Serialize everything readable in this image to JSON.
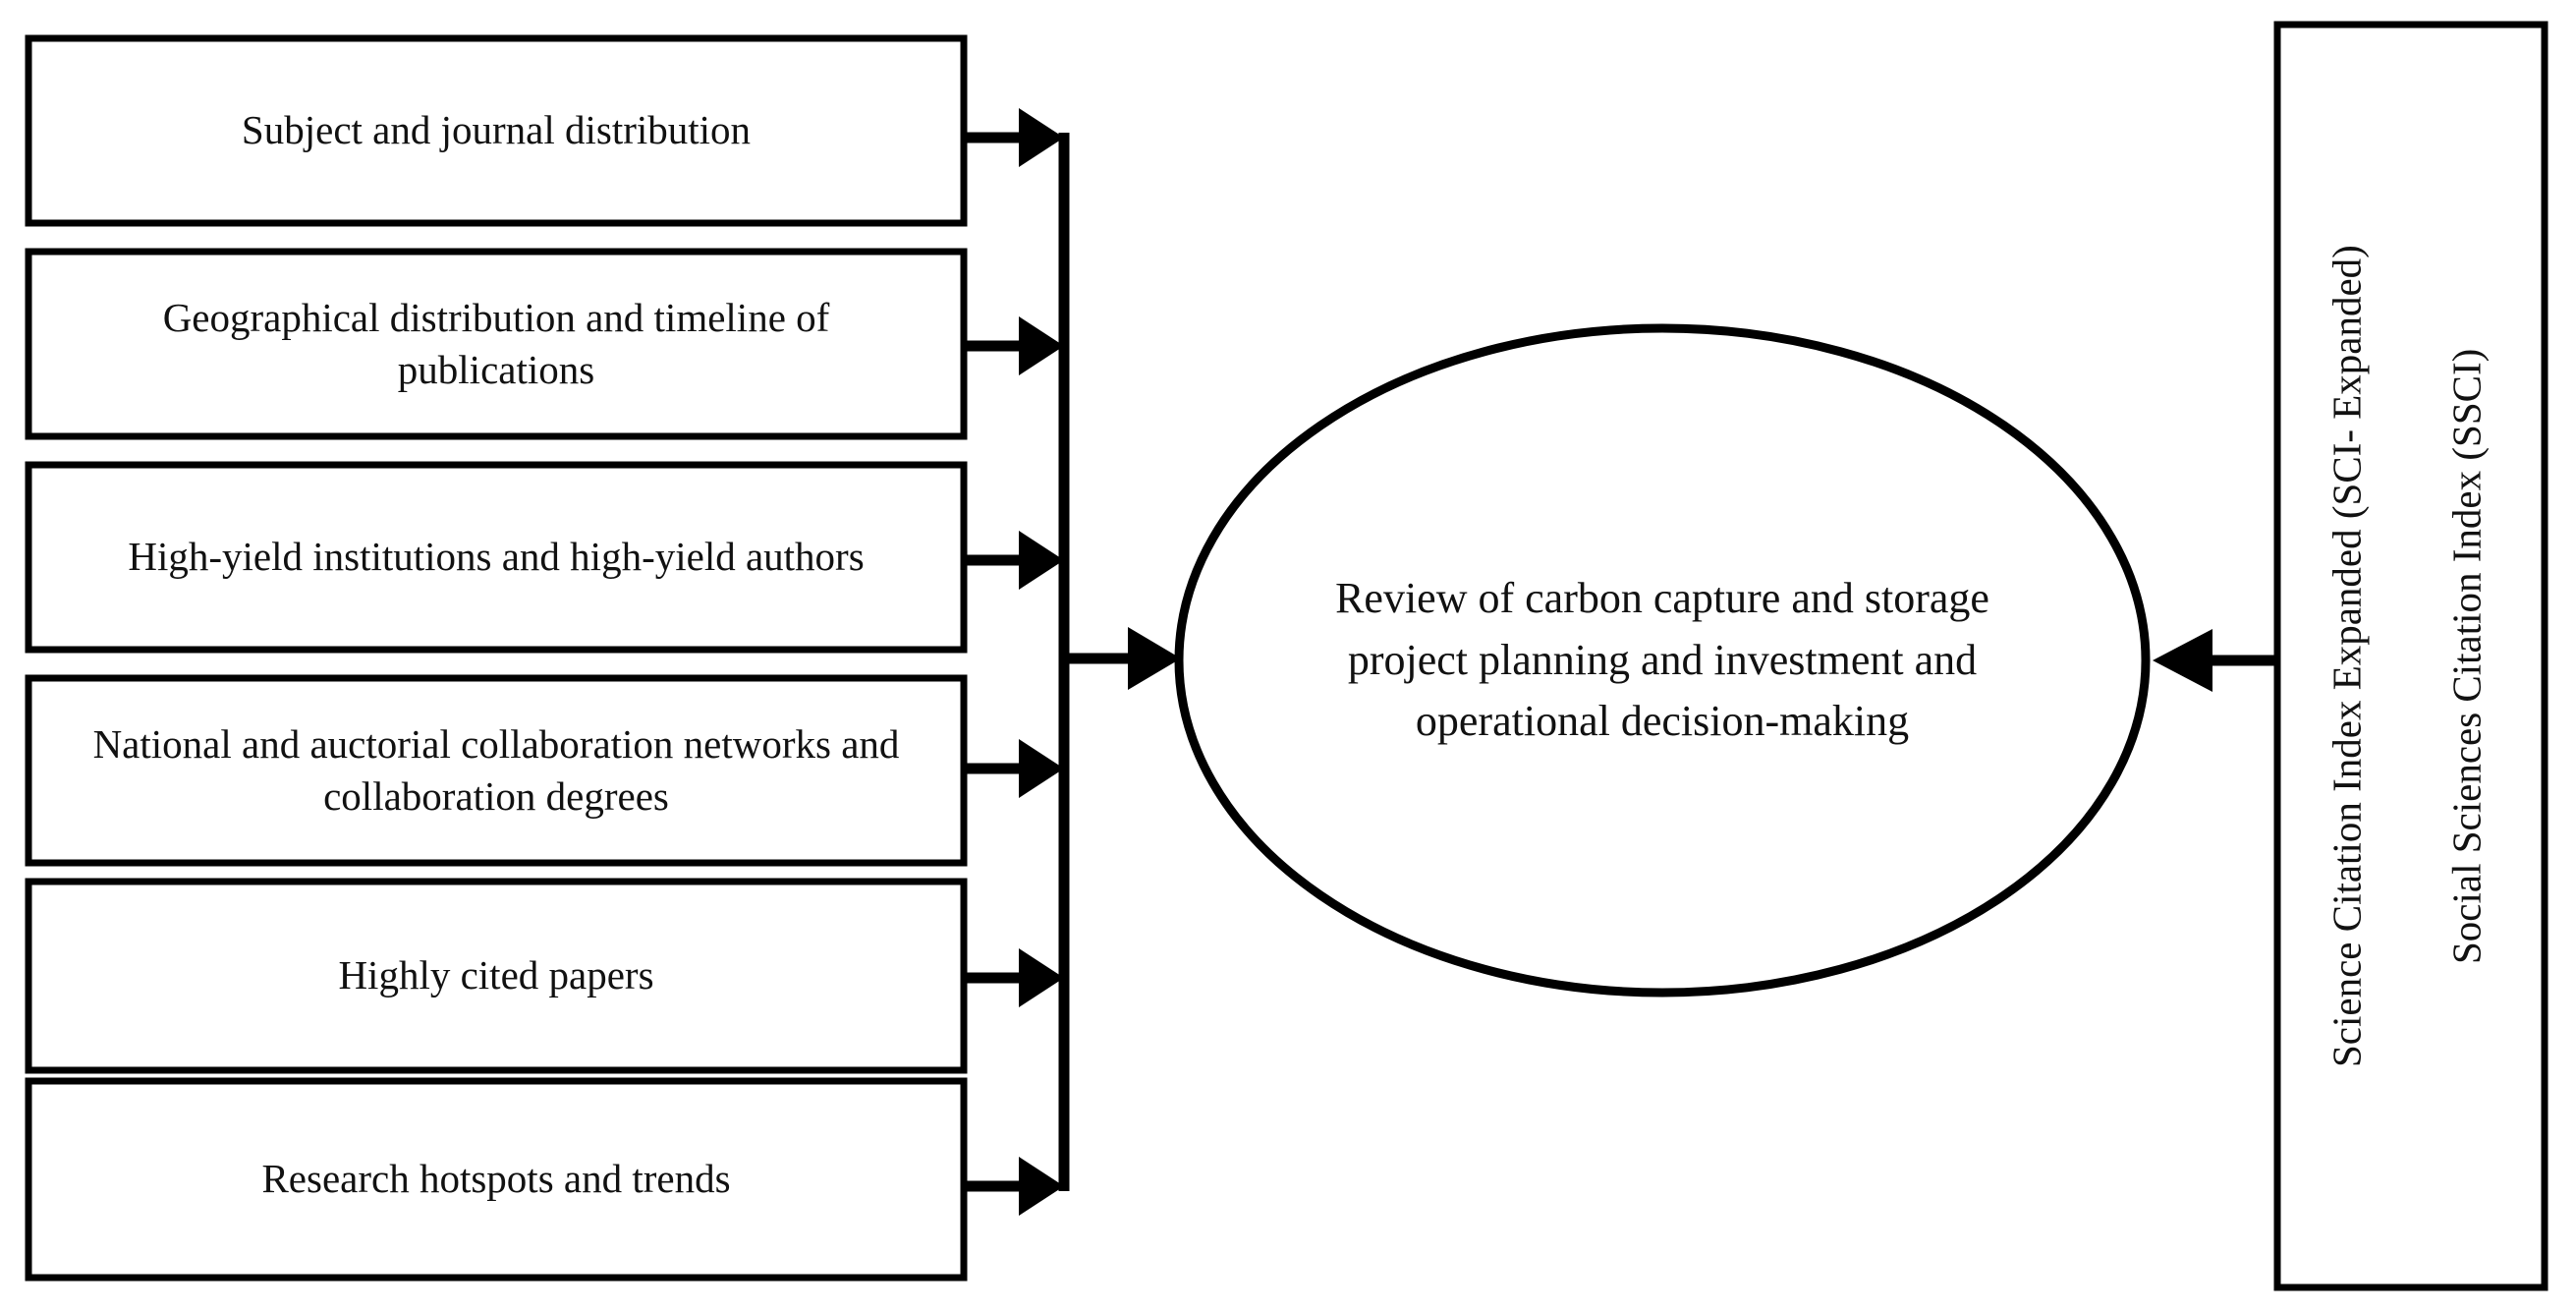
{
  "diagram": {
    "type": "flow-diagram",
    "background_color": "#ffffff",
    "line_color": "#000000",
    "text_color": "#111111",
    "left_boxes": [
      {
        "id": "subject-journal",
        "label": "Subject and journal distribution"
      },
      {
        "id": "geographical-timeline",
        "label": "Geographical distribution and timeline of publications"
      },
      {
        "id": "institutions-authors",
        "label": "High-yield institutions and high-yield authors"
      },
      {
        "id": "collaboration-networks",
        "label": "National and auctorial collaboration networks and collaboration degrees"
      },
      {
        "id": "highly-cited",
        "label": "Highly cited papers"
      },
      {
        "id": "hotspots-trends",
        "label": "Research hotspots and trends"
      }
    ],
    "center": {
      "id": "review-focus",
      "shape": "ellipse",
      "label": "Review of carbon capture and storage project planning and investment and operational decision-making"
    },
    "right_box": {
      "id": "data-sources",
      "orientation": "vertical",
      "line1": "Science Citation Index Expanded (SCI- Expanded)",
      "line2": "Social Sciences Citation Index (SSCI)"
    },
    "connectors": {
      "left_to_trunk_count": 6,
      "trunk_to_ellipse": "arrow-right",
      "right_box_to_ellipse": "arrow-left"
    }
  }
}
